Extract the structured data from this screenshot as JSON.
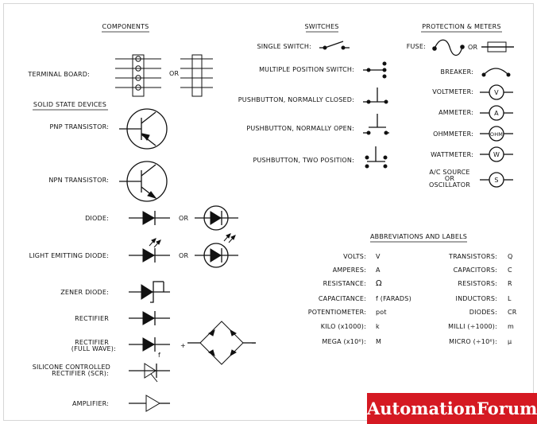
{
  "sections": {
    "components": "COMPONENTS",
    "switches": "SWITCHES",
    "protection": "PROTECTION & METERS",
    "solid_state": "SOLID STATE DEVICES",
    "abbreviations": "ABBREVIATIONS AND LABELS"
  },
  "components": {
    "terminal_board": "TERMINAL BOARD:",
    "or": "OR"
  },
  "solid_state": {
    "pnp": "PNP TRANSISTOR:",
    "npn": "NPN TRANSISTOR:",
    "diode": "DIODE:",
    "led": "LIGHT EMITTING DIODE:",
    "zener": "ZENER DIODE:",
    "rectifier": "RECTIFIER",
    "rectifier_fw_1": "RECTIFIER",
    "rectifier_fw_2": "(FULL WAVE):",
    "scr_1": "SILICONE CONTROLLED",
    "scr_2": "RECTIFIER (SCR):",
    "amplifier": "AMPLIFIER:",
    "or": "OR",
    "plus": "+",
    "minus": "−",
    "f": "f"
  },
  "switches": {
    "single": "SINGLE SWITCH:",
    "multiple": "MULTIPLE POSITION SWITCH:",
    "pb_closed": "PUSHBUTTON, NORMALLY CLOSED:",
    "pb_open": "PUSHBUTTON, NORMALLY OPEN:",
    "pb_two": "PUSHBUTTON, TWO POSITION:"
  },
  "protection": {
    "fuse": "FUSE:",
    "or": "OR",
    "breaker": "BREAKER:",
    "voltmeter": "VOLTMETER:",
    "voltmeter_sym": "V",
    "ammeter": "AMMETER:",
    "ammeter_sym": "A",
    "ohmmeter": "OHMMETER:",
    "ohmmeter_sym": "OHM",
    "wattmeter": "WATTMETER:",
    "wattmeter_sym": "W",
    "ac_1": "A/C SOURCE",
    "ac_2": "OR",
    "ac_3": "OSCILLATOR",
    "ac_sym": "S"
  },
  "abbreviations": {
    "left": [
      {
        "label": "VOLTS:",
        "value": "V"
      },
      {
        "label": "AMPERES:",
        "value": "A"
      },
      {
        "label": "RESISTANCE:",
        "value": "Ω"
      },
      {
        "label": "CAPACITANCE:",
        "value": "f (FARADS)"
      },
      {
        "label": "POTENTIOMETER:",
        "value": "pot"
      },
      {
        "label": "KILO (x1000):",
        "value": "k"
      },
      {
        "label": "MEGA (x10⁶):",
        "value": "M"
      }
    ],
    "right": [
      {
        "label": "TRANSISTORS:",
        "value": "Q"
      },
      {
        "label": "CAPACITORS:",
        "value": "C"
      },
      {
        "label": "RESISTORS:",
        "value": "R"
      },
      {
        "label": "INDUCTORS:",
        "value": "L"
      },
      {
        "label": "DIODES:",
        "value": "CR"
      },
      {
        "label": "MILLI (÷1000):",
        "value": "m"
      },
      {
        "label": "MICRO (÷10⁶):",
        "value": "μ"
      }
    ]
  },
  "watermark": "AutomationForum.Co"
}
